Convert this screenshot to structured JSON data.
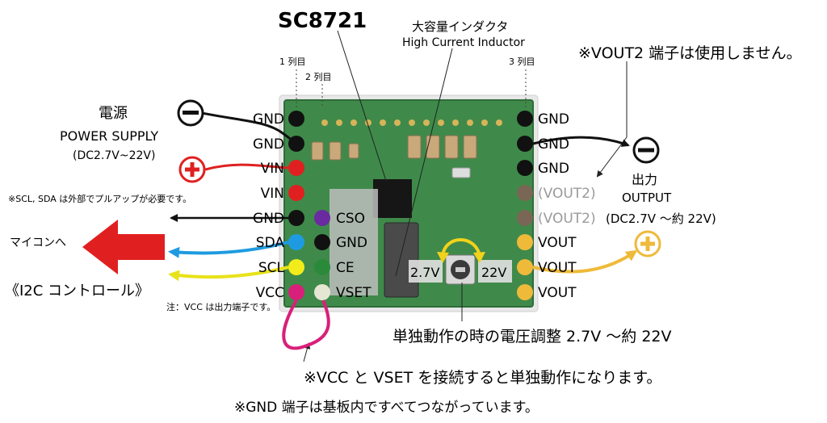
{
  "chip_name": "SC8721",
  "inductor_jp": "大容量インダクタ",
  "inductor_en": "High Current Inductor",
  "vout2_note": "※VOUT2 端子は使用しません。",
  "col1": "1 列目",
  "col2": "2 列目",
  "col3": "3 列目",
  "power_jp": "電源",
  "power_en": "POWER SUPPLY",
  "power_range": "(DC2.7V~22V)",
  "pullup_note": "※SCL, SDA は外部でプルアップが必要です。",
  "mcu_label": "マイコンへ",
  "i2c_label": "《I2C コントロール》",
  "vcc_note": "注：VCC は出力端子です。",
  "output_jp": "出力",
  "output_en": "OUTPUT",
  "output_range": "(DC2.7V ～約 22V)",
  "left_pins": [
    "GND",
    "GND",
    "VIN",
    "VIN",
    "GND",
    "SDA",
    "SCL",
    "VCC"
  ],
  "mid_pins": [
    "CSO",
    "GND",
    "CE",
    "VSET"
  ],
  "right_pins": [
    "GND",
    "GND",
    "GND",
    "(VOUT2)",
    "(VOUT2)",
    "VOUT",
    "VOUT",
    "VOUT"
  ],
  "pot_min": "2.7V",
  "pot_max": "22V",
  "adjust_caption": "単独動作の時の電圧調整 2.7V ～約 22V",
  "standalone_note": "※VCC と VSET を接続すると単独動作になります。",
  "gnd_note": "※GND 端子は基板内ですべてつながっています。",
  "colors": {
    "board": "#3f8a4a",
    "board_edge": "#2e6d38",
    "gnd_wire": "#111111",
    "vin_wire": "#e02020",
    "sda_wire": "#1e9be0",
    "scl_wire": "#e8e21a",
    "vout_wire": "#efba3a",
    "vcc_loop": "#d8207a",
    "cso_pin": "#6a2aa0",
    "ce_pin": "#2b8a3a",
    "mcu_arrow": "#e02020",
    "pot_arrow": "#f2d21a"
  }
}
